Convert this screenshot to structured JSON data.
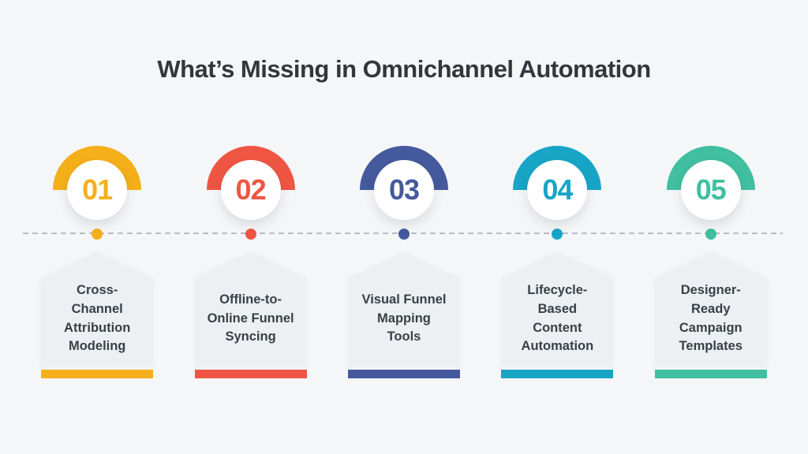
{
  "page": {
    "background": "#f5f6f8",
    "title": "What’s Missing in Omnichannel Automation",
    "title_color": "#33363c"
  },
  "timeline": {
    "line_color": "#b7bbc2",
    "line_style": "dashed"
  },
  "card": {
    "fill": "#edf0f3",
    "text_color": "#3a3f46"
  },
  "items": [
    {
      "number": "01",
      "title": "Cross-\nChannel\nAttribution\nModeling",
      "color": "#f5af1b"
    },
    {
      "number": "02",
      "title": "Offline-to-\nOnline Funnel\nSyncing",
      "color": "#ee5643"
    },
    {
      "number": "03",
      "title": "Visual Funnel\nMapping\nTools",
      "color": "#45599d"
    },
    {
      "number": "04",
      "title": "Lifecycle-\nBased\nContent\nAutomation",
      "color": "#17a5c6"
    },
    {
      "number": "05",
      "title": "Designer-\nReady\nCampaign\nTemplates",
      "color": "#41bfa0"
    }
  ]
}
